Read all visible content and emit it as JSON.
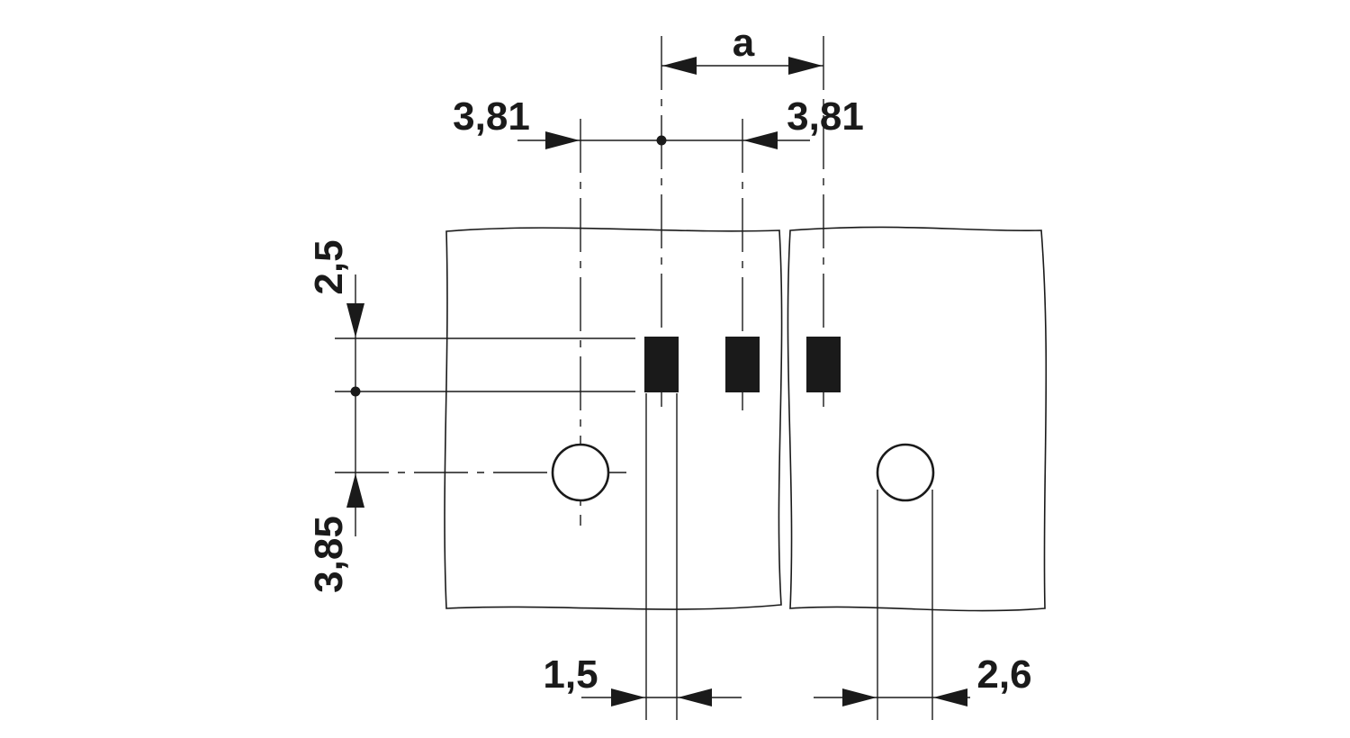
{
  "diagram": {
    "dimensions": {
      "pitch_a": "a",
      "offset_left": "3,81",
      "offset_right": "3,81",
      "vertical_top": "2,5",
      "vertical_bottom": "3,85",
      "pin_width": "1,5",
      "hole_diameter": "2,6"
    },
    "colors": {
      "line": "#1a1a1a",
      "background": "#ffffff"
    }
  }
}
